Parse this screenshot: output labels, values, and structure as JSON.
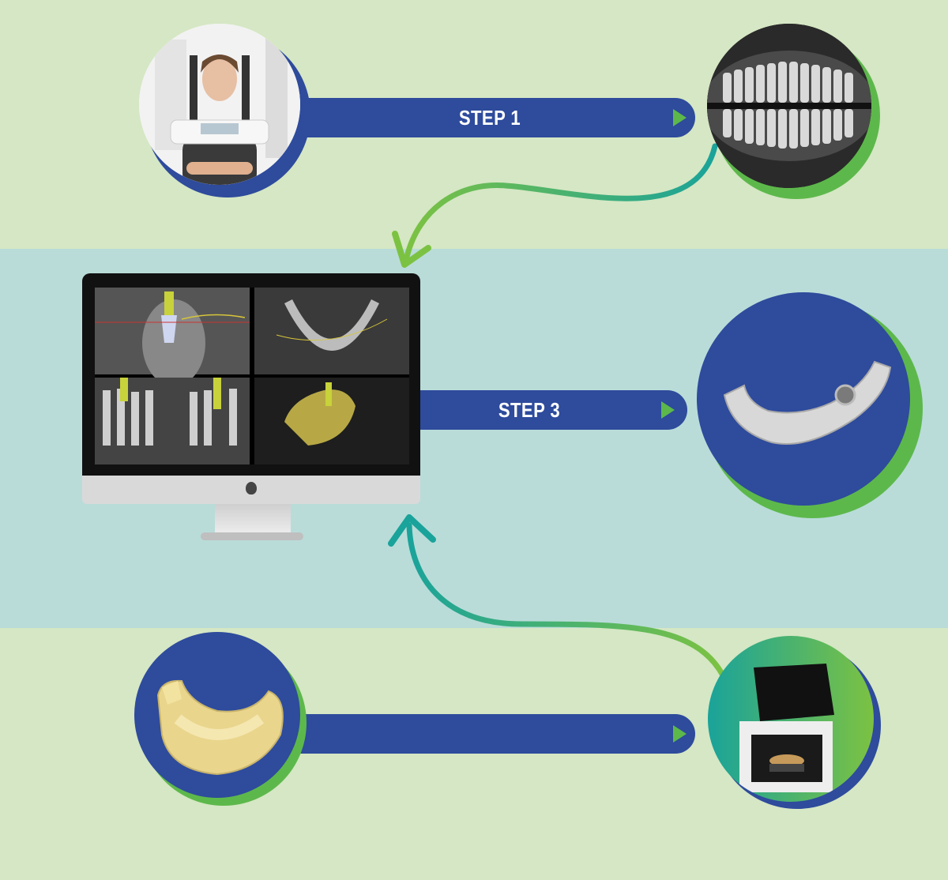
{
  "colors": {
    "band_green": "#d5e7c4",
    "band_teal": "#b9dcd9",
    "bar_blue": "#2e4b9c",
    "ring_green": "#5db84b",
    "arrow_green": "#7cc242",
    "arrow_teal": "#1aa39a",
    "circle_blue": "#2e4b9c"
  },
  "steps": {
    "step1_label": "STEP 1",
    "step3_label": "STEP 3"
  },
  "icons": {
    "patient_photo": "patient-in-scanner-photo",
    "xray": "panoramic-xray-photo",
    "monitor": "computer-planning-software",
    "guide": "surgical-guide-photo",
    "model": "plaster-dental-model-photo",
    "scanner": "desktop-3d-scanner-photo",
    "apple_logo": "apple-logo-icon"
  }
}
